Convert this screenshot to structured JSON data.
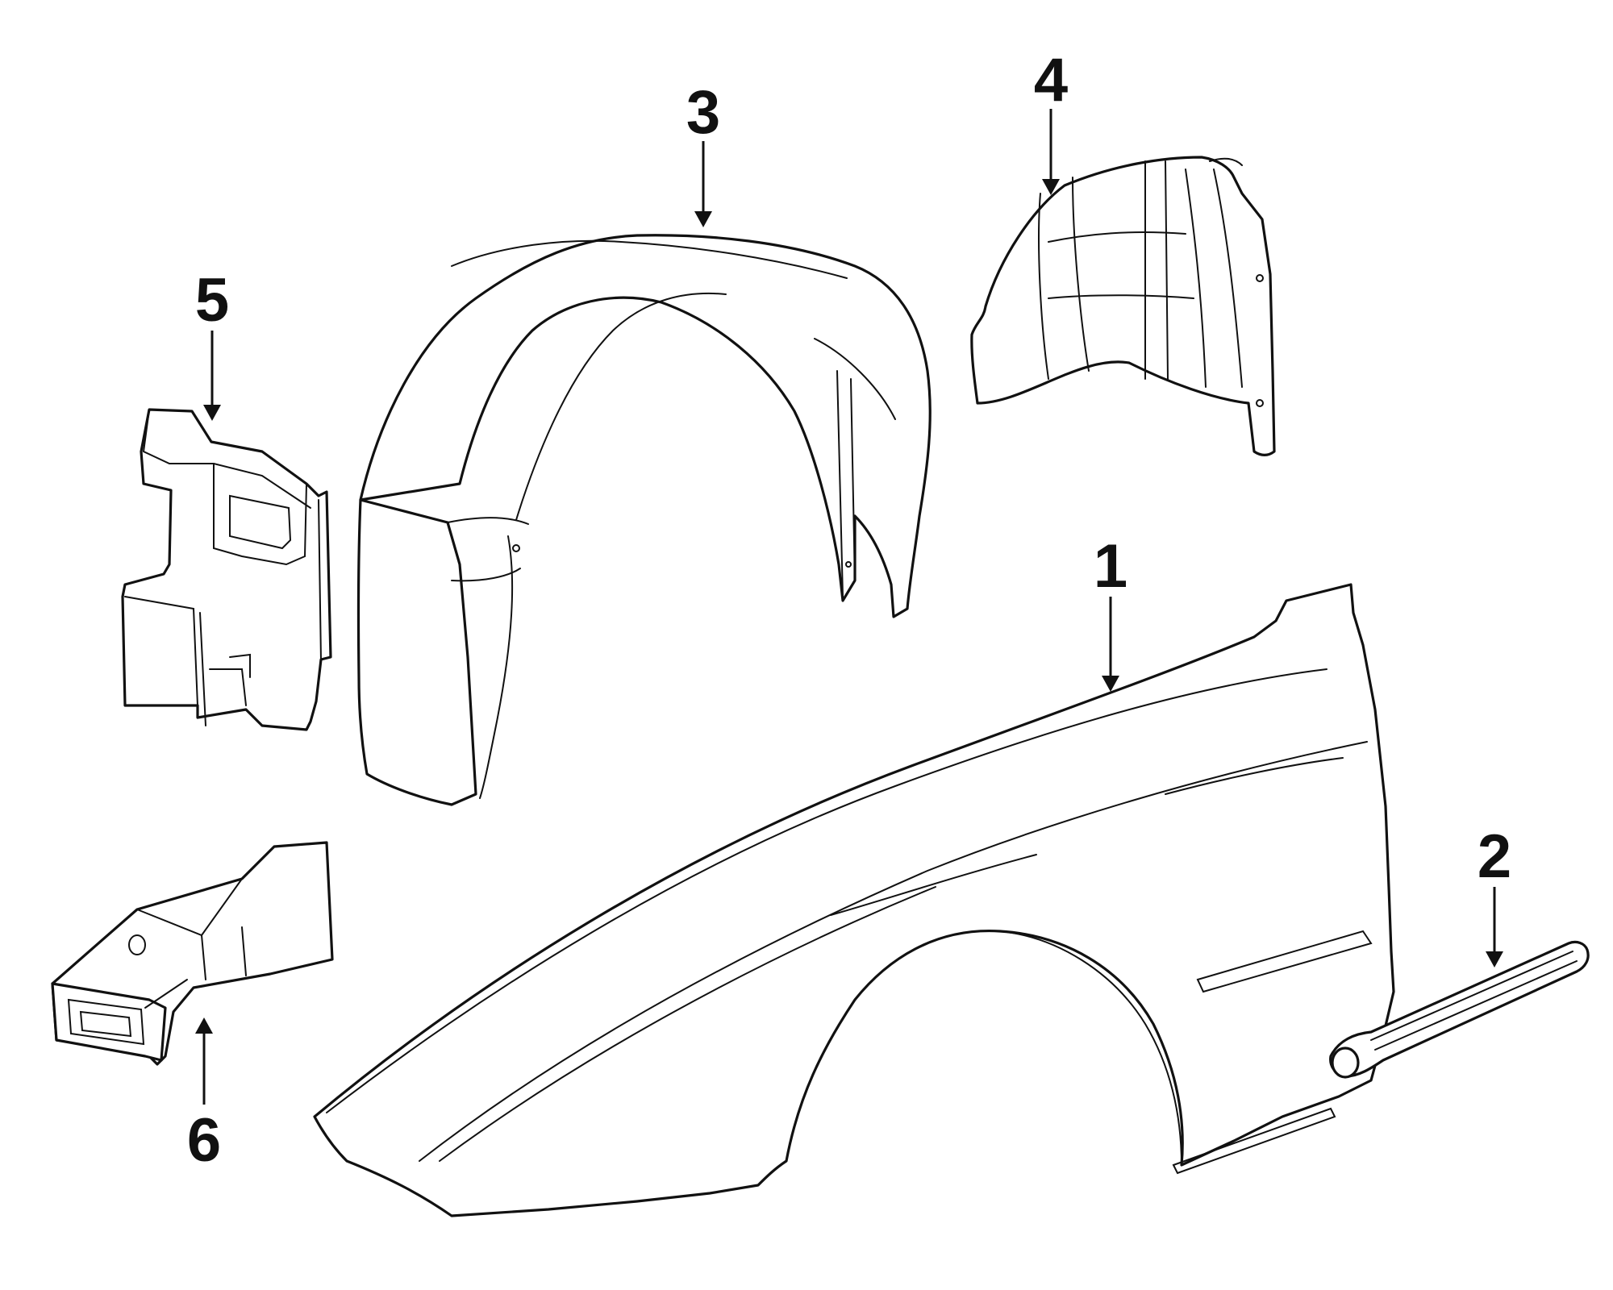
{
  "diagram": {
    "callouts": [
      {
        "id": "1",
        "label": "1"
      },
      {
        "id": "2",
        "label": "2"
      },
      {
        "id": "3",
        "label": "3"
      },
      {
        "id": "4",
        "label": "4"
      },
      {
        "id": "5",
        "label": "5"
      },
      {
        "id": "6",
        "label": "6"
      }
    ],
    "parts": [
      {
        "callout": "1",
        "icon": "fender-panel"
      },
      {
        "callout": "2",
        "icon": "side-molding"
      },
      {
        "callout": "3",
        "icon": "wheel-opening-flare"
      },
      {
        "callout": "4",
        "icon": "inner-fender-liner"
      },
      {
        "callout": "5",
        "icon": "air-duct-bracket"
      },
      {
        "callout": "6",
        "icon": "air-inlet-duct"
      }
    ]
  }
}
